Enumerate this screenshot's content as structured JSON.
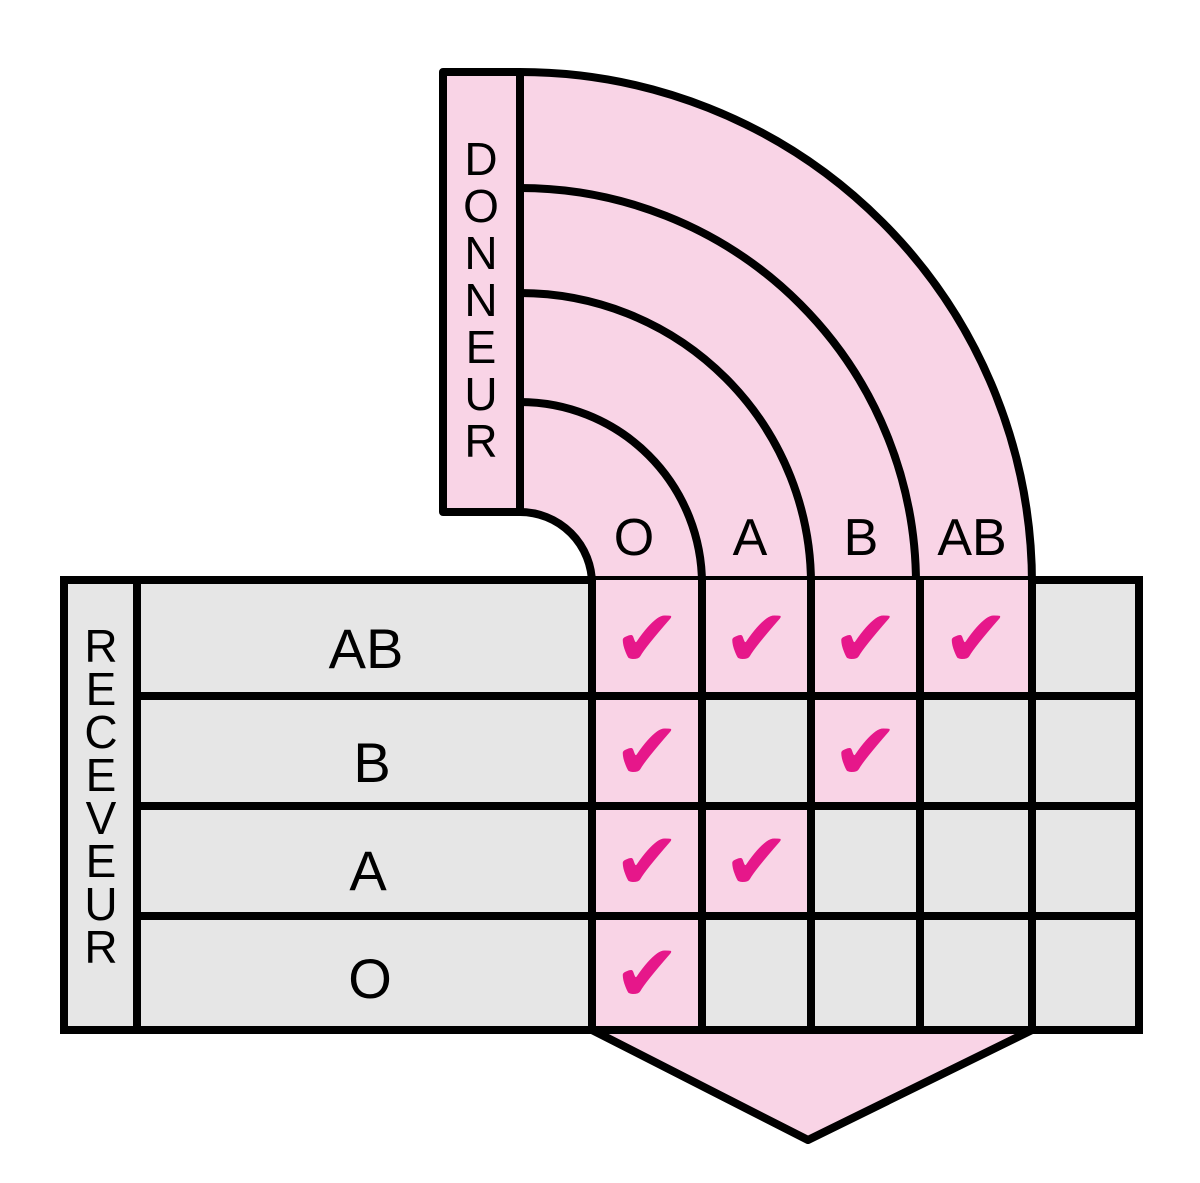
{
  "colors": {
    "pink_fill": "#f9d4e6",
    "grey_fill": "#e6e6e6",
    "outline": "#000000",
    "check": "#e6178a"
  },
  "donor_label": "DONNEUR",
  "recipient_label": "RECEVEUR",
  "donor_types": [
    "O",
    "A",
    "B",
    "AB"
  ],
  "recipient_types": [
    "AB",
    "B",
    "A",
    "O"
  ],
  "check_glyph": "✔",
  "compatibility": [
    [
      true,
      true,
      true,
      true
    ],
    [
      true,
      false,
      true,
      false
    ],
    [
      true,
      true,
      false,
      false
    ],
    [
      true,
      false,
      false,
      false
    ]
  ]
}
